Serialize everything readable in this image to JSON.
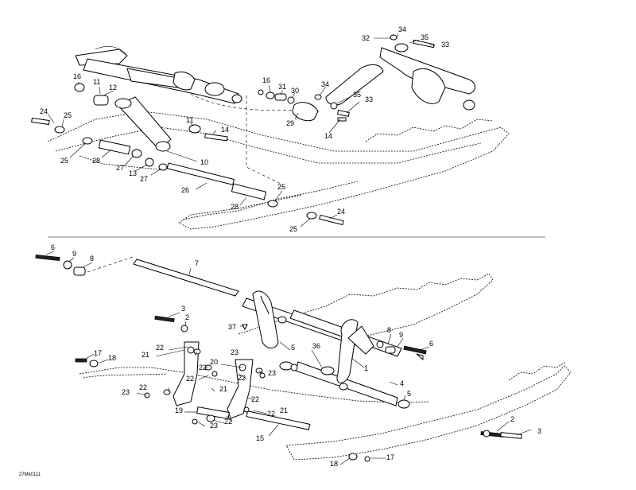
{
  "diagram_code": "27Mk0111",
  "upper_callouts": [
    {
      "id": "u32",
      "text": "32"
    },
    {
      "id": "u34a",
      "text": "34"
    },
    {
      "id": "u35a",
      "text": "35"
    },
    {
      "id": "u33a",
      "text": "33"
    },
    {
      "id": "u16a",
      "text": "16"
    },
    {
      "id": "u11a",
      "text": "11"
    },
    {
      "id": "u12",
      "text": "12"
    },
    {
      "id": "u16b",
      "text": "16"
    },
    {
      "id": "u31",
      "text": "31"
    },
    {
      "id": "u30",
      "text": "30"
    },
    {
      "id": "u34b",
      "text": "34"
    },
    {
      "id": "u35b",
      "text": "35"
    },
    {
      "id": "u33b",
      "text": "33"
    },
    {
      "id": "u29",
      "text": "29"
    },
    {
      "id": "u14a",
      "text": "14"
    },
    {
      "id": "u24a",
      "text": "24"
    },
    {
      "id": "u25a",
      "text": "25"
    },
    {
      "id": "u11b",
      "text": "11"
    },
    {
      "id": "u14b",
      "text": "14"
    },
    {
      "id": "u25b",
      "text": "25"
    },
    {
      "id": "u28a",
      "text": "28"
    },
    {
      "id": "u27a",
      "text": "27"
    },
    {
      "id": "u13",
      "text": "13"
    },
    {
      "id": "u27b",
      "text": "27"
    },
    {
      "id": "u10",
      "text": "10"
    },
    {
      "id": "u26",
      "text": "26"
    },
    {
      "id": "u28b",
      "text": "28"
    },
    {
      "id": "u25c",
      "text": "25"
    },
    {
      "id": "u24b",
      "text": "24"
    },
    {
      "id": "u25d",
      "text": "25"
    }
  ],
  "lower_callouts": [
    {
      "id": "l6a",
      "text": "6"
    },
    {
      "id": "l9a",
      "text": "9"
    },
    {
      "id": "l8a",
      "text": "8"
    },
    {
      "id": "l7",
      "text": "7"
    },
    {
      "id": "l3a",
      "text": "3"
    },
    {
      "id": "l2a",
      "text": "2"
    },
    {
      "id": "l37",
      "text": "37"
    },
    {
      "id": "l8b",
      "text": "8"
    },
    {
      "id": "l9b",
      "text": "9"
    },
    {
      "id": "l6b",
      "text": "6"
    },
    {
      "id": "l17a",
      "text": "17"
    },
    {
      "id": "l18a",
      "text": "18"
    },
    {
      "id": "l21a",
      "text": "21"
    },
    {
      "id": "l22a",
      "text": "22"
    },
    {
      "id": "l23a",
      "text": "23"
    },
    {
      "id": "l20",
      "text": "20"
    },
    {
      "id": "l22b",
      "text": "22"
    },
    {
      "id": "l5a",
      "text": "5"
    },
    {
      "id": "l36",
      "text": "36"
    },
    {
      "id": "l1",
      "text": "1"
    },
    {
      "id": "l23b",
      "text": "23"
    },
    {
      "id": "l22c",
      "text": "22"
    },
    {
      "id": "l22d",
      "text": "22"
    },
    {
      "id": "l22e",
      "text": "22"
    },
    {
      "id": "l21b",
      "text": "21"
    },
    {
      "id": "l4",
      "text": "4"
    },
    {
      "id": "l23c",
      "text": "23"
    },
    {
      "id": "l22f",
      "text": "22"
    },
    {
      "id": "l5b",
      "text": "5"
    },
    {
      "id": "l19",
      "text": "19"
    },
    {
      "id": "l22g",
      "text": "22"
    },
    {
      "id": "l21c",
      "text": "21"
    },
    {
      "id": "l23d",
      "text": "23"
    },
    {
      "id": "l22h",
      "text": "22"
    },
    {
      "id": "l15",
      "text": "15"
    },
    {
      "id": "l2b",
      "text": "2"
    },
    {
      "id": "l3b",
      "text": "3"
    },
    {
      "id": "l18b",
      "text": "18"
    },
    {
      "id": "l17b",
      "text": "17"
    }
  ]
}
